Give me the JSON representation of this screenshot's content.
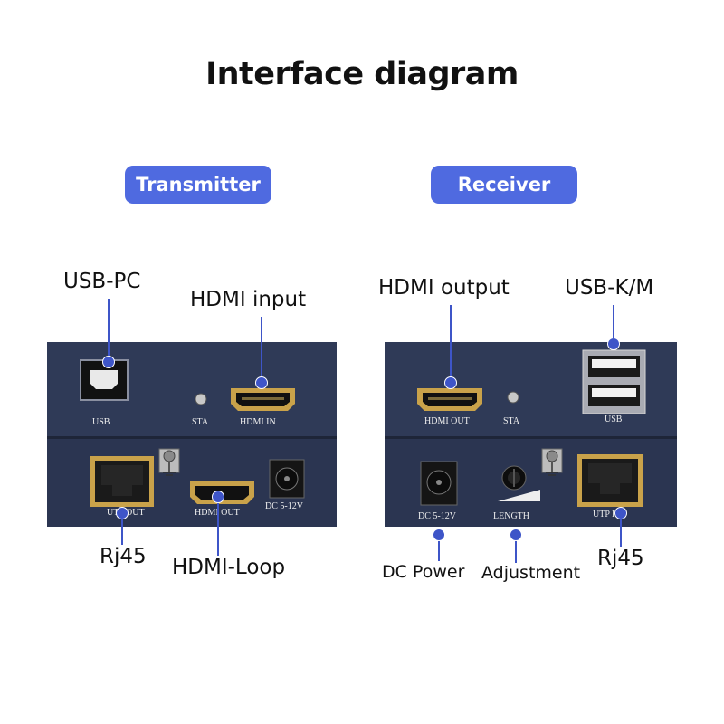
{
  "title": "Interface diagram",
  "transmitter": {
    "header": "Transmitter",
    "panel_labels": {
      "usb": "USB",
      "sta": "STA",
      "hdmi_in": "HDMI IN",
      "utp_out": "UTP OUT",
      "hdmi_out": "HDMI OUT",
      "dc": "DC 5-12V"
    },
    "callouts": {
      "usb_pc": "USB-PC",
      "hdmi_input": "HDMI input",
      "rj45": "Rj45",
      "hdmi_loop": "HDMI-Loop"
    }
  },
  "receiver": {
    "header": "Receiver",
    "panel_labels": {
      "hdmi_out": "HDMI OUT",
      "sta": "STA",
      "usb": "USB",
      "dc": "DC 5-12V",
      "length": "LENGTH",
      "utp_in": "UTP IN"
    },
    "callouts": {
      "hdmi_output": "HDMI output",
      "usb_km": "USB-K/M",
      "dc_power": "DC Power",
      "adjustment": "Adjustment",
      "rj45": "Rj45"
    }
  },
  "colors": {
    "accent": "#4f6ae0",
    "panel": "#2f3a57",
    "line": "#3e55c8"
  }
}
